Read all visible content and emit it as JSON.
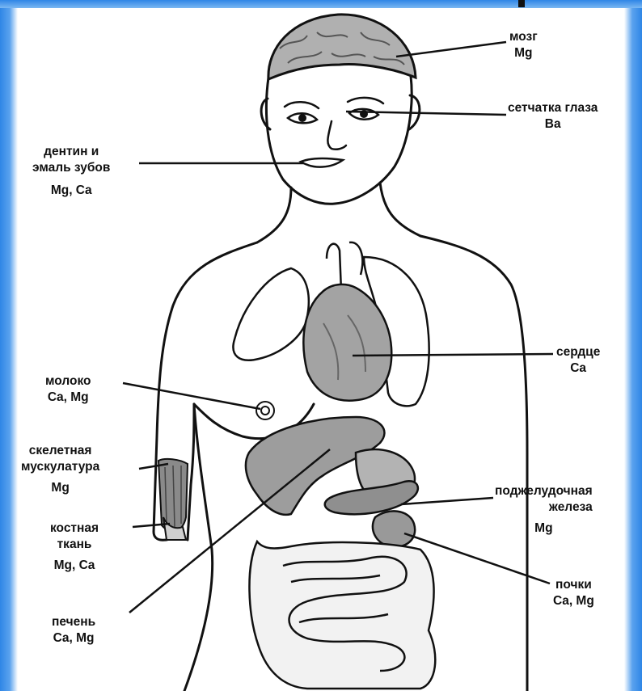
{
  "colors": {
    "line": "#111111",
    "organ": "#a9a9a9",
    "organ_dark": "#8a8a8a",
    "background_blue": "#2f86e6"
  },
  "labels": {
    "brain": {
      "name": "мозг",
      "elements": "Mg"
    },
    "retina": {
      "name": "сетчатка глаза",
      "elements": "Ba"
    },
    "teeth": {
      "line1": "дентин и",
      "line2": "эмаль зубов",
      "elements": "Mg, Ca"
    },
    "heart": {
      "name": "сердце",
      "elements": "Ca"
    },
    "milk": {
      "name": "молоко",
      "elements": "Ca, Mg"
    },
    "muscle": {
      "line1": "скелетная",
      "line2": "мускулатура",
      "elements": "Mg"
    },
    "pancreas": {
      "line1": "поджелудочная",
      "line2": "железа",
      "elements": "Mg"
    },
    "bone": {
      "line1": "костная",
      "line2": "ткань",
      "elements": "Mg, Ca"
    },
    "kidneys": {
      "name": "почки",
      "elements": "Ca, Mg"
    },
    "liver": {
      "name": "печень",
      "elements": "Ca, Mg"
    }
  }
}
